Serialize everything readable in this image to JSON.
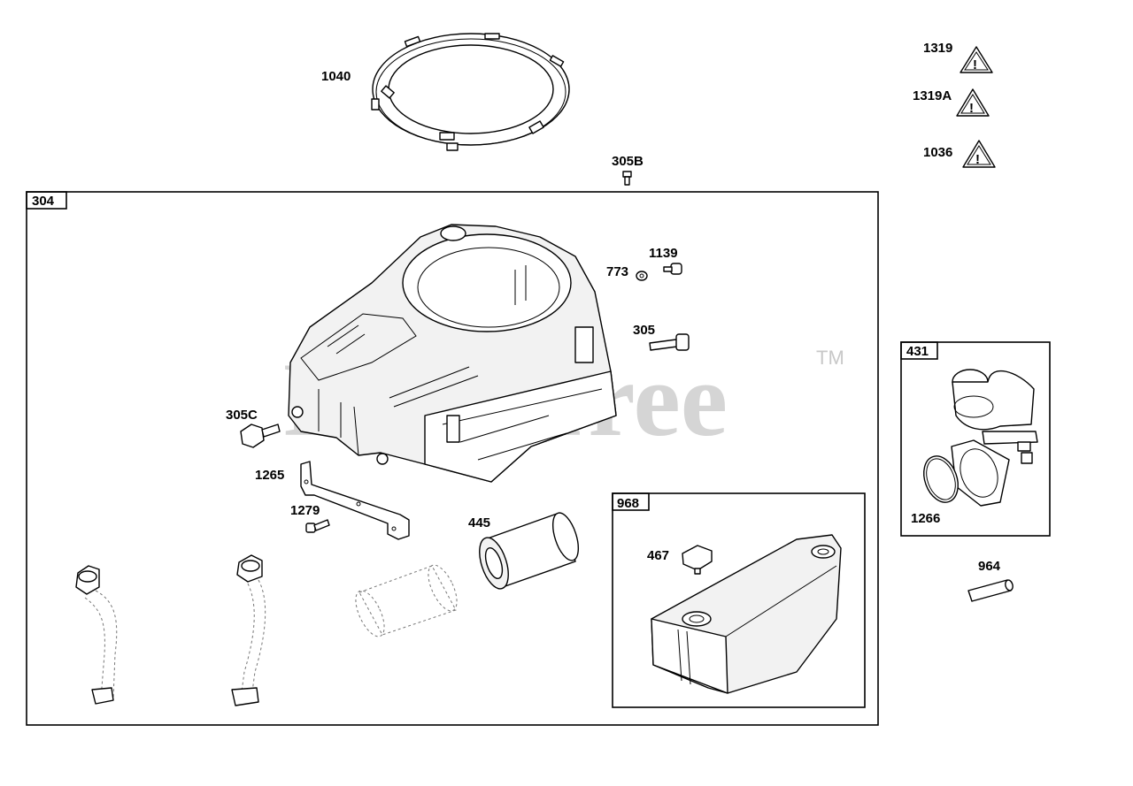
{
  "watermark": {
    "text": "PartsTree",
    "trademark": "TM"
  },
  "boxes": [
    {
      "id": "box-304",
      "label": "304"
    },
    {
      "id": "box-968",
      "label": "968"
    },
    {
      "id": "box-431",
      "label": "431"
    }
  ],
  "callouts": {
    "c1040": "1040",
    "c1319": "1319",
    "c1319A": "1319A",
    "c1036": "1036",
    "c305B": "305B",
    "c1139": "1139",
    "c773": "773",
    "c305": "305",
    "c305C": "305C",
    "c1265": "1265",
    "c1279": "1279",
    "c445": "445",
    "c467": "467",
    "c1266": "1266",
    "c964": "964"
  }
}
